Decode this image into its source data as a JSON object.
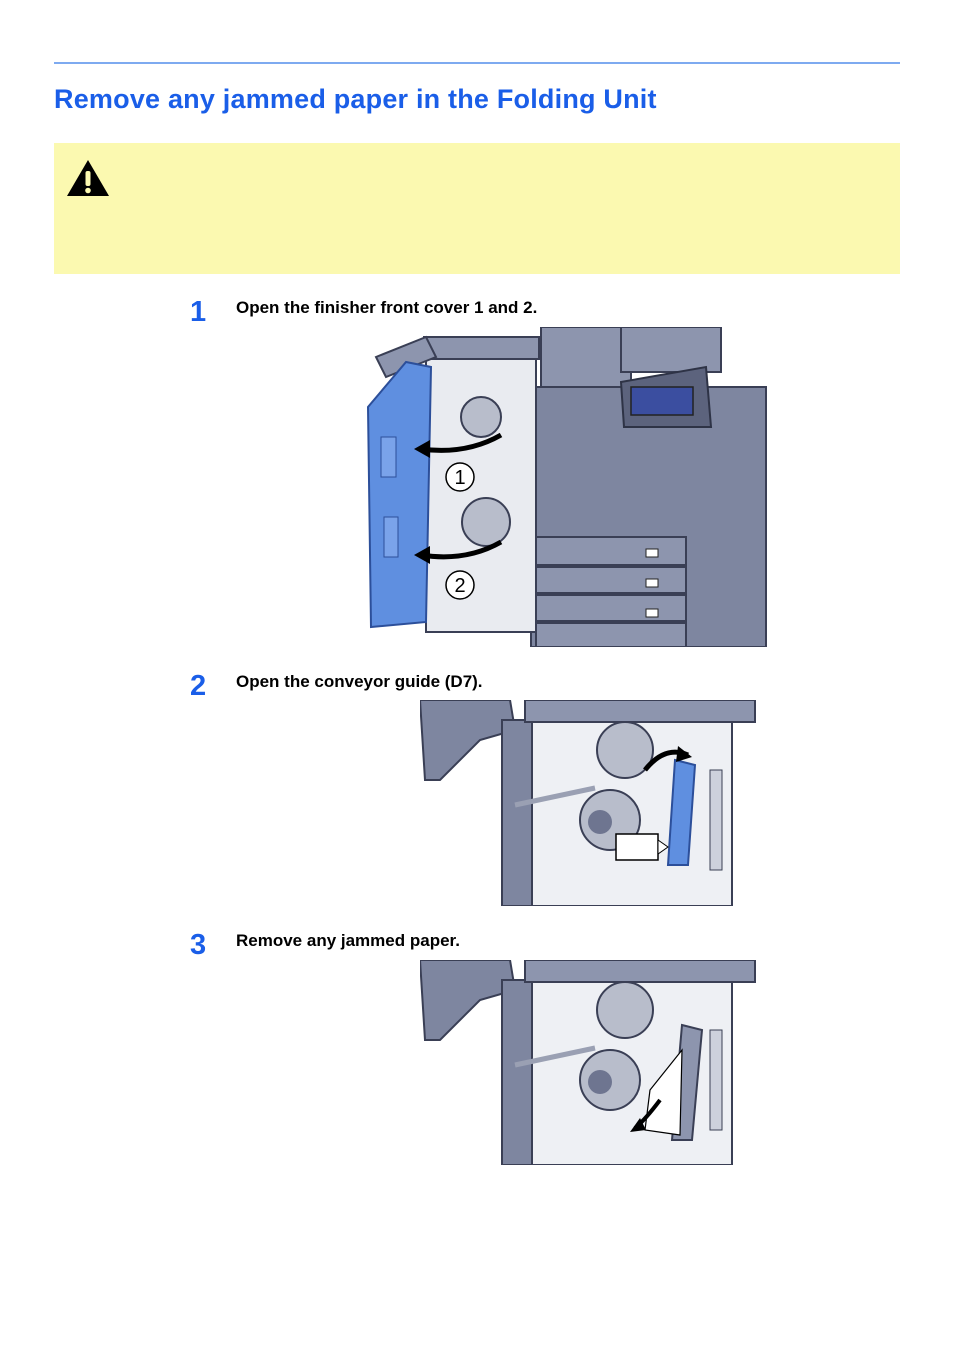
{
  "page": {
    "title": "Remove any jammed paper in the Folding Unit"
  },
  "caution": {
    "icon": "warning-triangle-icon"
  },
  "steps": [
    {
      "number": "1",
      "text": "Open the finisher front cover 1 and 2.",
      "callouts": [
        "1",
        "2"
      ]
    },
    {
      "number": "2",
      "text": "Open the conveyor guide (D7).",
      "callouts": []
    },
    {
      "number": "3",
      "text": "Remove any jammed paper.",
      "callouts": []
    }
  ],
  "colors": {
    "accent": "#1a5ee8",
    "rule": "#7eaaf0",
    "caution_bg": "#fbf9b0",
    "machine_gray": "#7e86a0",
    "highlight_blue": "#5f8fe0"
  }
}
